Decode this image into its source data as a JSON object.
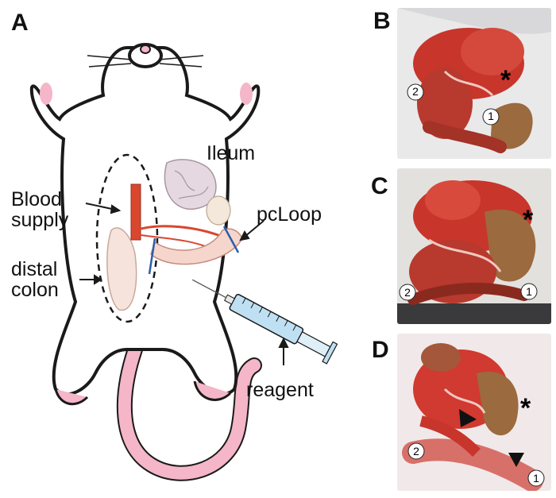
{
  "panels": {
    "a": "A",
    "b": "B",
    "c": "C",
    "d": "D"
  },
  "labels": {
    "ileum": "Ileum",
    "blood_supply_line1": "Blood",
    "blood_supply_line2": "supply",
    "pcloop": "pcLoop",
    "distal_colon_line1": "distal",
    "distal_colon_line2": "colon",
    "reagent": "reagent"
  },
  "photo_markers": {
    "b": {
      "marker_1": "1",
      "marker_2": "2",
      "asterisk": "*"
    },
    "c": {
      "marker_1": "1",
      "marker_2": "2",
      "asterisk": "*"
    },
    "d": {
      "marker_1": "1",
      "marker_2": "2",
      "asterisk": "*"
    }
  },
  "colors": {
    "mouse_outline": "#1a1a1a",
    "mouse_pink": "#f4b6c8",
    "vessel_red": "#d9472f",
    "intestine_pink": "#f6d6cc",
    "ileum_lilac": "#e6d8e0",
    "syringe_blue": "#bfe0f2",
    "ligature_blue": "#2b5fa8",
    "tissue_red": "#c8352b",
    "tissue_dark": "#8a2a1e",
    "colon_brown": "#9b6a3e"
  }
}
